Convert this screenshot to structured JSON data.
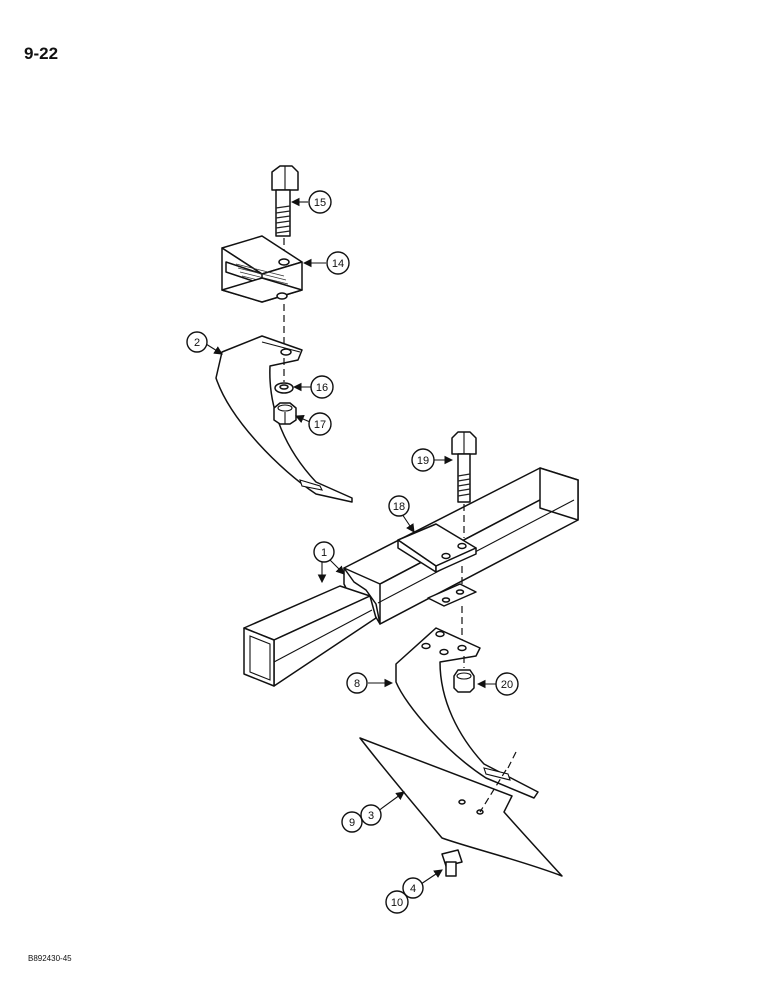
{
  "page_number": "9-22",
  "figure_code": "B892430-45",
  "callouts": {
    "c1": "1",
    "c2": "2",
    "c3": "3",
    "c4": "4",
    "c8": "8",
    "c9": "9",
    "c10": "10",
    "c14": "14",
    "c15": "15",
    "c16": "16",
    "c17": "17",
    "c18": "18",
    "c19": "19",
    "c20": "20"
  }
}
